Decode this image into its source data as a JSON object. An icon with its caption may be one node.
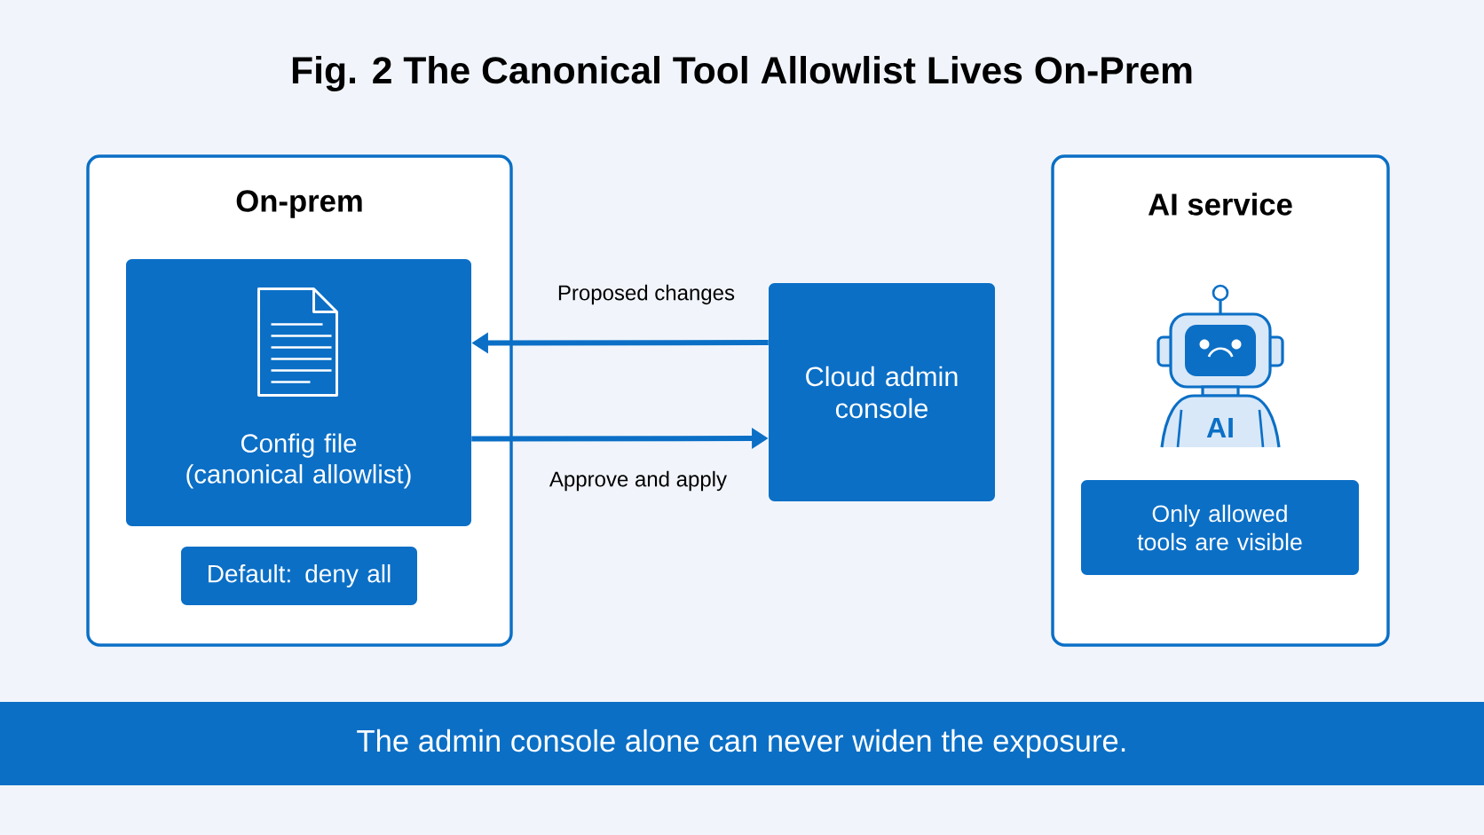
{
  "diagram": {
    "title": "Fig. 2  The Canonical Tool Allowlist Lives On-Prem",
    "nodes": [
      {
        "text": [
          "On-prem"
        ]
      },
      {
        "text": [
          "Config file (canonical allowlist)"
        ],
        "in": 0
      },
      {
        "text": [
          "Default: deny all"
        ],
        "in": 0
      },
      {
        "text": [
          "Cloud admin console"
        ]
      },
      {
        "text": [
          "AI service"
        ]
      },
      {
        "text": [
          "Only allowed tools are visible"
        ],
        "in": 4
      },
      {
        "text": [
          "The admin console alone can never widen the exposure."
        ]
      }
    ],
    "edges": [
      {
        "from": 3,
        "to": 1,
        "arrow": "to",
        "label": "Proposed changes"
      },
      {
        "from": 1,
        "to": 3,
        "arrow": "to",
        "label": "Approve and apply"
      }
    ],
    "labels": [
      "AI"
    ]
  }
}
